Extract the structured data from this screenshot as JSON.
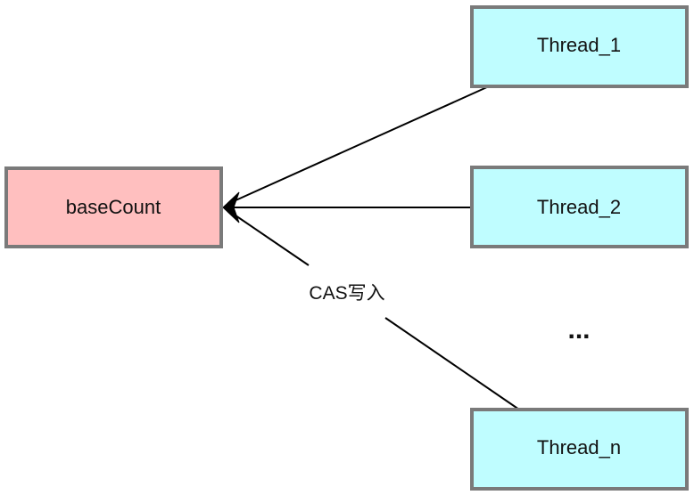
{
  "diagram": {
    "target": {
      "label": "baseCount",
      "fill": "#ffbfbf"
    },
    "threads": [
      {
        "label": "Thread_1"
      },
      {
        "label": "Thread_2"
      },
      {
        "label": "Thread_n"
      }
    ],
    "ellipsis": "...",
    "edge_label": "CAS写入",
    "colors": {
      "thread_fill": "#bffdff",
      "border": "#7a7a7a",
      "arrow": "#000000"
    }
  }
}
